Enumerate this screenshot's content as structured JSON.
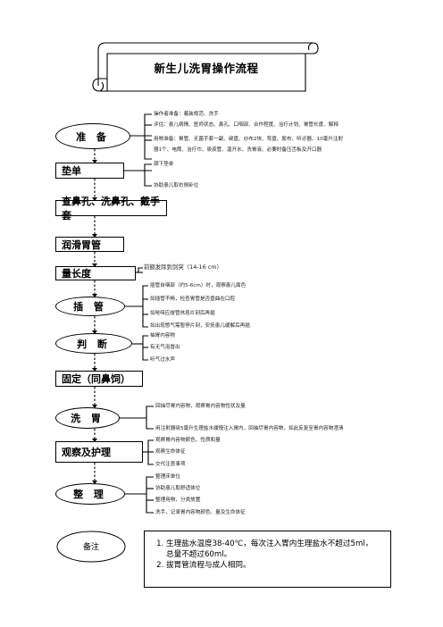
{
  "title": "新生儿洗胃操作流程",
  "steps": {
    "prepare": "准  备",
    "pad": "垫单",
    "check_nostril": "查鼻孔、洗鼻孔、戴手套",
    "lubricate": "润滑胃管",
    "measure": "量长度",
    "insert": "插  管",
    "judge": "判  断",
    "fix": "固定（同鼻饲）",
    "lavage": "洗  胃",
    "observe": "观察及护理",
    "tidy": "整  理"
  },
  "notes": {
    "prepare": [
      "操作者准备：着装规范、洗手",
      "评估：患儿病情、医师状态、鼻孔、口咽部、合作程度、治疗计划、胃管长度、解释",
      "用物准备：胃管、无菌手套一副、碗盘、纱布2块、弯盘、胶布、听诊器、10毫升注射",
      "器1个、电筒、治疗巾、吸痰管、温开水、洗胃液、必要时备压舌板及开口器"
    ],
    "pad": [
      "颌下垫单",
      "协助患儿取右侧卧位"
    ],
    "measure": [
      "前额发际到剑突（14-16 cm）"
    ],
    "insert": [
      "插管自咽部（约5-6cm）时，观察患儿面色",
      "如插管不畅，检查胃管是否盘曲在口腔",
      "如呛咳应拔管休息片刻后再插",
      "如出现憋气需暂停片刻，安抚患儿缓解后再插"
    ],
    "judge": [
      "抽胃内容物",
      "有无气泡冒出",
      "听气过水声"
    ],
    "lavage": [
      "回抽尽胃内容物，观察胃内容物性状及量",
      "用注射器吸5毫升生理盐水缓慢注入胃内，回抽尽胃内容物，如此反复至胃内容物澄清"
    ],
    "observe": [
      "观察胃内容物颜色、性质和量",
      "观察生命体征",
      "交代注意事项"
    ],
    "tidy": [
      "整理床单位",
      "协助患儿取舒适体位",
      "整理用物，分类放置",
      "洗手，记录胃内容物颜色、量及生命体征"
    ]
  },
  "remark": {
    "label": "备注",
    "items": [
      {
        "line1": "生理盐水温度38-40℃，每次注入胃内生理盐水不超过5ml，",
        "line2": "总量不超过60ml。"
      },
      {
        "line1": "拔胃管流程与成人相同。",
        "line2": ""
      }
    ]
  }
}
